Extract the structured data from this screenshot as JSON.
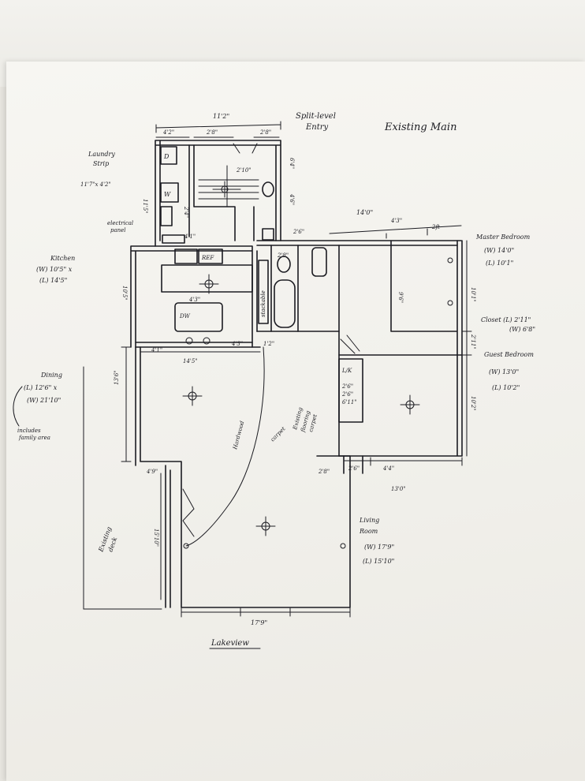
{
  "title": "Existing Main",
  "footer_label": "Lakeview",
  "entry_label": [
    "Split-level",
    "Entry"
  ],
  "rooms": {
    "laundry": {
      "name": [
        "Laundry",
        "Strip"
      ],
      "dims": "11'7\"x 4'2\""
    },
    "electrical": [
      "electrical",
      "panel"
    ],
    "kitchen": {
      "name": "Kitchen",
      "w": "(W) 10'5\" x",
      "l": "(L) 14'5\""
    },
    "dining": {
      "name": "Dining",
      "l": "(L) 12'6\" x",
      "w": "(W) 21'10\"",
      "note": [
        "includes",
        "family area"
      ]
    },
    "master": {
      "name": "Master Bedroom",
      "w": "(W) 14'0\"",
      "l": "(L) 10'1\""
    },
    "closet": {
      "l": "Closet (L) 2'11\"",
      "w": "(W) 6'8\""
    },
    "guest": {
      "name": "Guest Bedroom",
      "w": "(W) 13'0\"",
      "l": "(L) 10'2\""
    },
    "living": {
      "name": [
        "Living",
        "Room"
      ],
      "w": "(W) 17'9\"",
      "l": "(L) 15'10\""
    },
    "deck": [
      "Existing",
      "deck"
    ]
  },
  "fixtures": {
    "dryer": "D",
    "washer": "W",
    "fridge": "REF",
    "dishwasher": "DW",
    "stackable": "stackable",
    "linen": "L/K",
    "hardwood": "Hardwood",
    "carpet": "carpet",
    "existing_flooring": [
      "Existing",
      "flooring",
      "carpet"
    ]
  },
  "dimensions": {
    "top_width": "11'2\"",
    "top_left": "4'2\"",
    "top_mid": "2'8\"",
    "top_right": "2'8\"",
    "entry_right_a": "6'4\"",
    "entry_right_b": "4'6\"",
    "stair": "2'10\"",
    "laundry_side": "11'5\"",
    "laundry_small": "2'4\"",
    "hall_top": "14'0\"",
    "hall_a": "4'3\"",
    "hall_b": "2ft",
    "bath_a": "2'6\"",
    "bath_b": "2'8\"",
    "kitchen_top": "4'1\"",
    "kitchen_mid": "4'3\"",
    "kitchen_side": "10'5\"",
    "kitchen_bottom_a": "4'1\"",
    "kitchen_bottom_b": "4'3\"",
    "kitchen_bottom_c": "1'2\"",
    "kitchen_base": "14'5\"",
    "dining_side": "13'6\"",
    "dining_foot": "4'9\"",
    "master_inner": "9'6\"",
    "master_side": "10'1\"",
    "closet_side": "2'11\"",
    "closet_stack": [
      "2'6\"",
      "2'6\"",
      "6'11\""
    ],
    "guest_side": "10'2\"",
    "guest_base": "13'0\"",
    "guest_a": "2'8\"",
    "guest_b": "2'6\"",
    "guest_c": "4'4\"",
    "living_side": "15'10\"",
    "living_base": "17'9\""
  }
}
